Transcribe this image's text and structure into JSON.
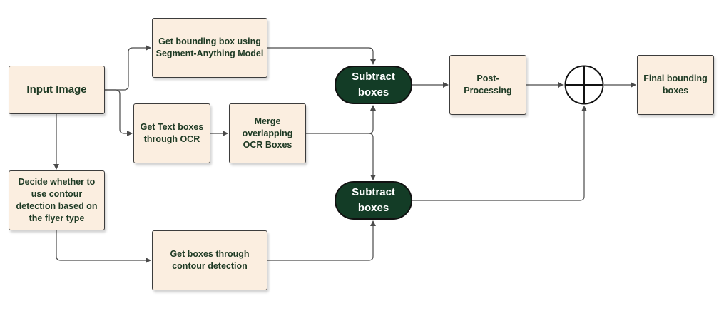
{
  "nodes": {
    "input_image": "Input Image",
    "sam_box": "Get bounding box using Segment-Anything Model",
    "ocr_box": "Get Text boxes through OCR",
    "merge_box": "Merge overlapping OCR Boxes",
    "decide_box": "Decide whether to use contour detection based on the flyer type",
    "contour_box": "Get boxes through contour detection",
    "subtract_top": "Subtract boxes",
    "subtract_bottom": "Subtract boxes",
    "post_processing": "Post-Processing",
    "final_box": "Final bounding boxes"
  },
  "sum_symbol": "circle-plus-icon",
  "colors": {
    "box_fill": "#fbeee0",
    "pill_fill": "#133c26",
    "text_dark": "#1e3a24",
    "edge": "#4a4a4a"
  }
}
